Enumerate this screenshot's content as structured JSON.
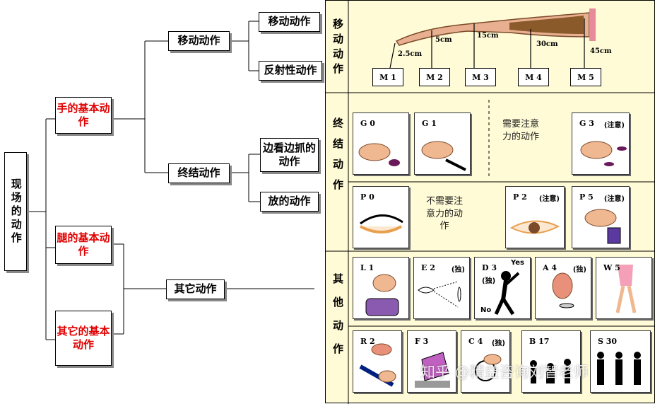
{
  "tree": {
    "root": "现场的动作",
    "hand": "手的基本动作",
    "leg": "腿的基本动作",
    "other_basic": "其它的基本动作",
    "move": "移动动作",
    "terminal": "终结动作",
    "other_action": "其它动作",
    "move_action": "移动动作",
    "reflex": "反射性动作",
    "watch_grab": "边看边抓的动作",
    "put": "放的动作"
  },
  "panel": {
    "row1_label": "移动动作",
    "row2_label": "终结动作",
    "row3_label": "其他动作",
    "distances": [
      "2.5cm",
      "5cm",
      "15cm",
      "30cm",
      "45cm"
    ],
    "m_codes": [
      "M 1",
      "M 2",
      "M 3",
      "M 4",
      "M 5"
    ],
    "g0": "G 0",
    "g1": "G 1",
    "need_attention": "需要注意力的动作",
    "g3": "G 3",
    "attention": "(注意)",
    "p0": "P 0",
    "no_attention": "不需要注意力的动作",
    "p2": "P 2",
    "p5": "P 5",
    "l1": "L 1",
    "e2": "E 2",
    "independent": "(独)",
    "d3": "D 3",
    "yes": "Yes",
    "no": "No",
    "a4": "A 4",
    "w5": "W 5",
    "r2": "R 2",
    "f3": "F 3",
    "c4": "C 4",
    "b17": "B 17",
    "s30": "S 30"
  },
  "watermark": "知乎 @精益咨询刘智老师",
  "colors": {
    "panel_bg": "#fffbd6",
    "red_text": "#e00000",
    "arm": "#8b5a2b"
  }
}
